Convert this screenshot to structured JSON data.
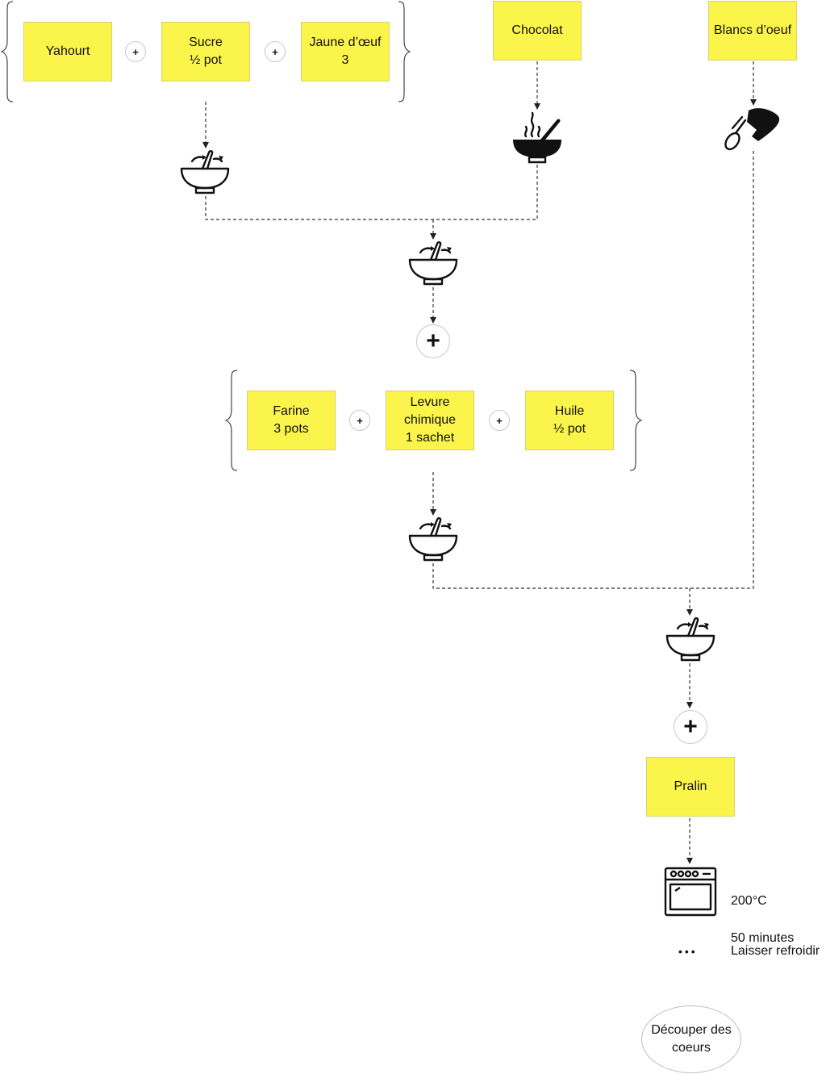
{
  "ingredients": {
    "yahourt": "Yahourt",
    "sucre": "Sucre\n½ pot",
    "jaune": "Jaune d’œuf\n3",
    "chocolat": "Chocolat",
    "blancs": "Blancs d’oeuf",
    "farine": "Farine\n3 pots",
    "levure": "Levure\nchimique\n1 sachet",
    "huile": "Huile\n½ pot",
    "pralin": "Pralin"
  },
  "operators": {
    "plus": "+"
  },
  "cooking": {
    "temperature": "200°C",
    "duration": "50 minutes",
    "cool_label": "Laisser refroidir",
    "ellipsis": "•••"
  },
  "final_step": "Découper des\ncoeurs",
  "icons": {
    "mix_bowl": "mixing-bowl-icon",
    "hot_bowl": "hot-bowl-icon",
    "mixer": "hand-mixer-icon",
    "oven": "oven-icon"
  },
  "colors": {
    "note": "#fbf44a",
    "line": "#333333"
  }
}
